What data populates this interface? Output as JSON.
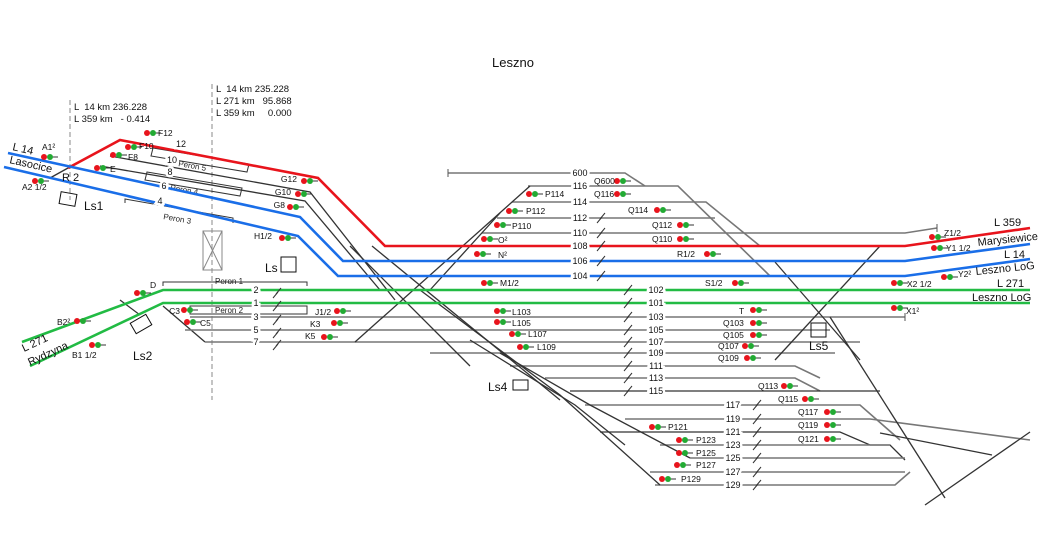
{
  "title": "Leszno",
  "km_markers": {
    "left": [
      "L  14 km 236.228",
      "L 359 km   - 0.414"
    ],
    "right": [
      "L  14 km 235.228",
      "L 271 km   95.868",
      "L 359 km     0.000"
    ]
  },
  "line_labels": {
    "l14_west": "L 14",
    "lasocice": "Lasocice",
    "r2": "R 2",
    "l271_west": "L 271",
    "rydzyna": "Rydzyna",
    "l359_east": "L 359",
    "marysiewice": "Marysiewice",
    "l14_east": "L 14",
    "leszno_log_1": "Leszno LoG",
    "l271_east": "L 271",
    "leszno_log_2": "Leszno LoG"
  },
  "buildings": [
    "Ls1",
    "Ls",
    "Ls2",
    "Ls4",
    "Ls5"
  ],
  "platforms": [
    "Peron 1",
    "Peron 2",
    "Peron 3",
    "Peron 4",
    "Peron 5"
  ],
  "tracks": {
    "west_sloped": [
      "12",
      "10",
      "8",
      "6",
      "4"
    ],
    "west_flat": [
      "2",
      "1",
      "3",
      "5",
      "7"
    ],
    "upper": [
      "600",
      "116",
      "114",
      "112",
      "110",
      "108",
      "106",
      "104"
    ],
    "middle": [
      "102",
      "101",
      "103",
      "105",
      "107",
      "109",
      "111",
      "113",
      "115"
    ],
    "lower": [
      "117",
      "119",
      "121",
      "123",
      "125",
      "127",
      "129"
    ]
  },
  "signals": [
    "F12",
    "F10",
    "F8",
    "E",
    "A1²",
    "A2 1/2",
    "G12",
    "G10",
    "G8",
    "H1/2",
    "D",
    "B2²",
    "B1 1/2",
    "C3",
    "C5",
    "J1/2",
    "K3",
    "K5",
    "Q600",
    "P114",
    "Q116",
    "P112",
    "Q114",
    "P110",
    "Q112",
    "O²",
    "Q110",
    "N²",
    "R1/2",
    "M1/2",
    "S1/2",
    "L103",
    "L105",
    "L107",
    "L109",
    "T",
    "Q103",
    "Q105",
    "Q107",
    "Q109",
    "Q113",
    "Q115",
    "Q117",
    "Q119",
    "Q121",
    "P121",
    "P123",
    "P125",
    "P127",
    "P129",
    "Z1/2",
    "Y1 1/2",
    "Y2²",
    "X2 1/2",
    "X1²"
  ],
  "colors": {
    "l359": "#e8141c",
    "l14": "#1a6ee8",
    "l271": "#22bb44",
    "signal_red": "#e8141c",
    "signal_green": "#22aa33"
  }
}
